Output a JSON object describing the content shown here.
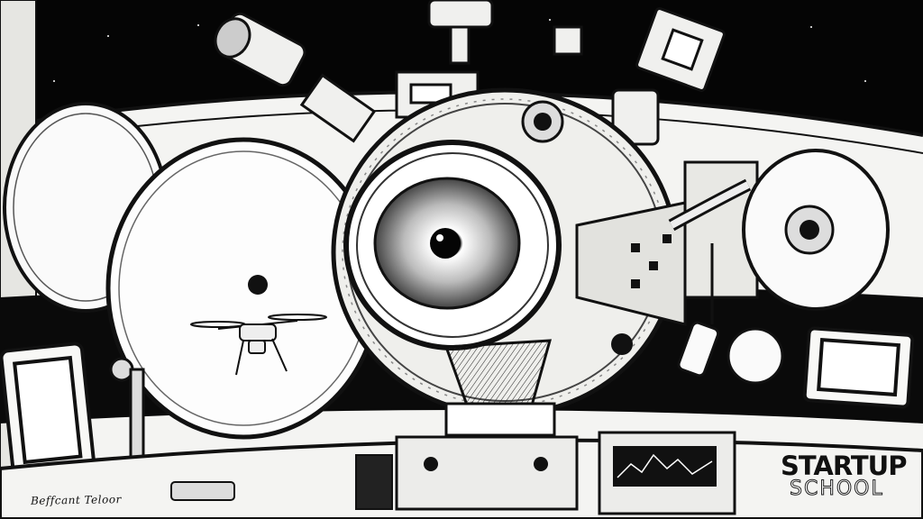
{
  "signature": "Beffcant Teloor",
  "brand": {
    "top": "STARTUP",
    "bottom": "SCHOOL"
  },
  "colors": {
    "ink": "#111111",
    "paper": "#f4f4f2",
    "space": "#050505"
  }
}
